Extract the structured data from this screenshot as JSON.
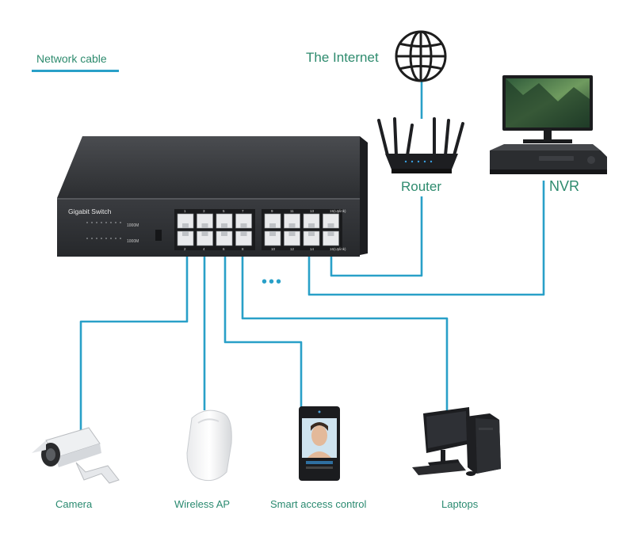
{
  "legend": {
    "label": "Network cable",
    "line_color": "#29a0c8"
  },
  "nodes": {
    "internet": {
      "label": "The Internet",
      "icon": "globe-icon"
    },
    "router": {
      "label": "Router",
      "icon": "router-icon"
    },
    "nvr": {
      "label": "NVR",
      "icon": "nvr-recorder-icon"
    },
    "switch": {
      "label": "Gigabit Switch",
      "icon": "network-switch-icon",
      "top_port_numbers": [
        "1",
        "3",
        "5",
        "7",
        "9",
        "11",
        "13",
        "15(Uplink)"
      ],
      "bottom_port_numbers": [
        "2",
        "4",
        "6",
        "8",
        "10",
        "12",
        "14",
        "16(Uplink)"
      ],
      "speed_labels": [
        "1000M",
        "1000M"
      ]
    },
    "camera": {
      "label": "Camera",
      "icon": "security-camera-icon"
    },
    "wireless_ap": {
      "label": "Wireless AP",
      "icon": "wireless-access-point-icon"
    },
    "access_control": {
      "label": "Smart access control",
      "icon": "face-recognition-terminal-icon"
    },
    "laptops": {
      "label": "Laptops",
      "icon": "desktop-computer-icon"
    }
  },
  "ellipsis": "•••",
  "colors": {
    "label_text": "#2e8b6e",
    "cable": "#29a0c8",
    "device_dark": "#2b2d30"
  }
}
